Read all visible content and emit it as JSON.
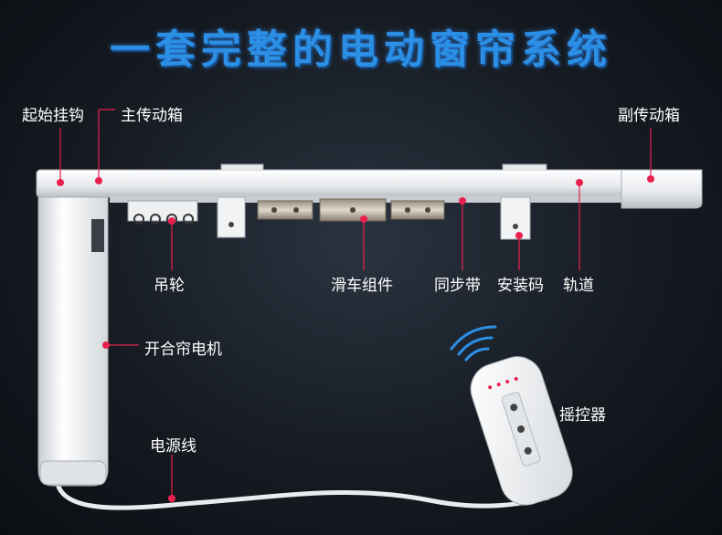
{
  "title": "一套完整的电动窗帘系统",
  "labels": {
    "start_hook": "起始挂钩",
    "main_gearbox": "主传动箱",
    "secondary_gearbox": "副传动箱",
    "hanging_wheel": "吊轮",
    "pulley_assembly": "滑车组件",
    "sync_belt": "同步带",
    "mounting_bracket": "安装码",
    "track": "轨道",
    "motor": "开合帘电机",
    "remote": "摇控器",
    "power_cord": "电源线"
  },
  "colors": {
    "title": "#2c8fe6",
    "marker": "#e8204e",
    "track": "#f2f4f6"
  }
}
